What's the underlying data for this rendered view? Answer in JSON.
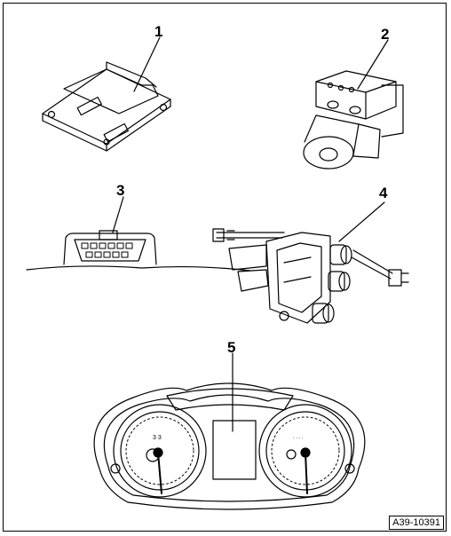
{
  "figure": {
    "reference_code": "A39-10391"
  },
  "callouts": [
    {
      "label": "1"
    },
    {
      "label": "2"
    },
    {
      "label": "3"
    },
    {
      "label": "4"
    },
    {
      "label": "5"
    }
  ],
  "colors": {
    "line": "#000000",
    "background": "#ffffff",
    "shade": "#cfcfcf"
  }
}
